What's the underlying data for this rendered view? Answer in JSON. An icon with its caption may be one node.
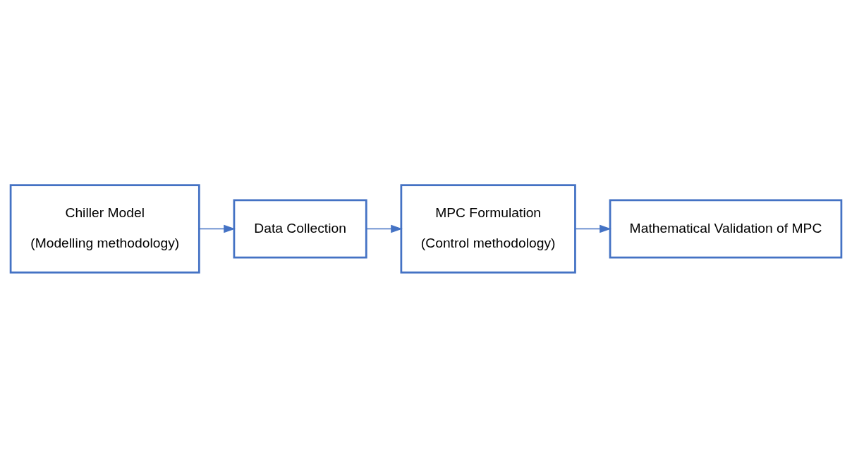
{
  "diagram": {
    "nodes": [
      {
        "text": [
          "Chiller Model",
          "(Modelling methodology)"
        ]
      },
      {
        "text": [
          "Data Collection"
        ]
      },
      {
        "text": [
          "MPC Formulation",
          "(Control methodology)"
        ]
      },
      {
        "text": [
          "Mathematical Validation of MPC"
        ]
      }
    ],
    "edges": [
      {
        "from": 0,
        "to": 1,
        "arrow": "to"
      },
      {
        "from": 1,
        "to": 2,
        "arrow": "to"
      },
      {
        "from": 2,
        "to": 3,
        "arrow": "to"
      }
    ]
  }
}
